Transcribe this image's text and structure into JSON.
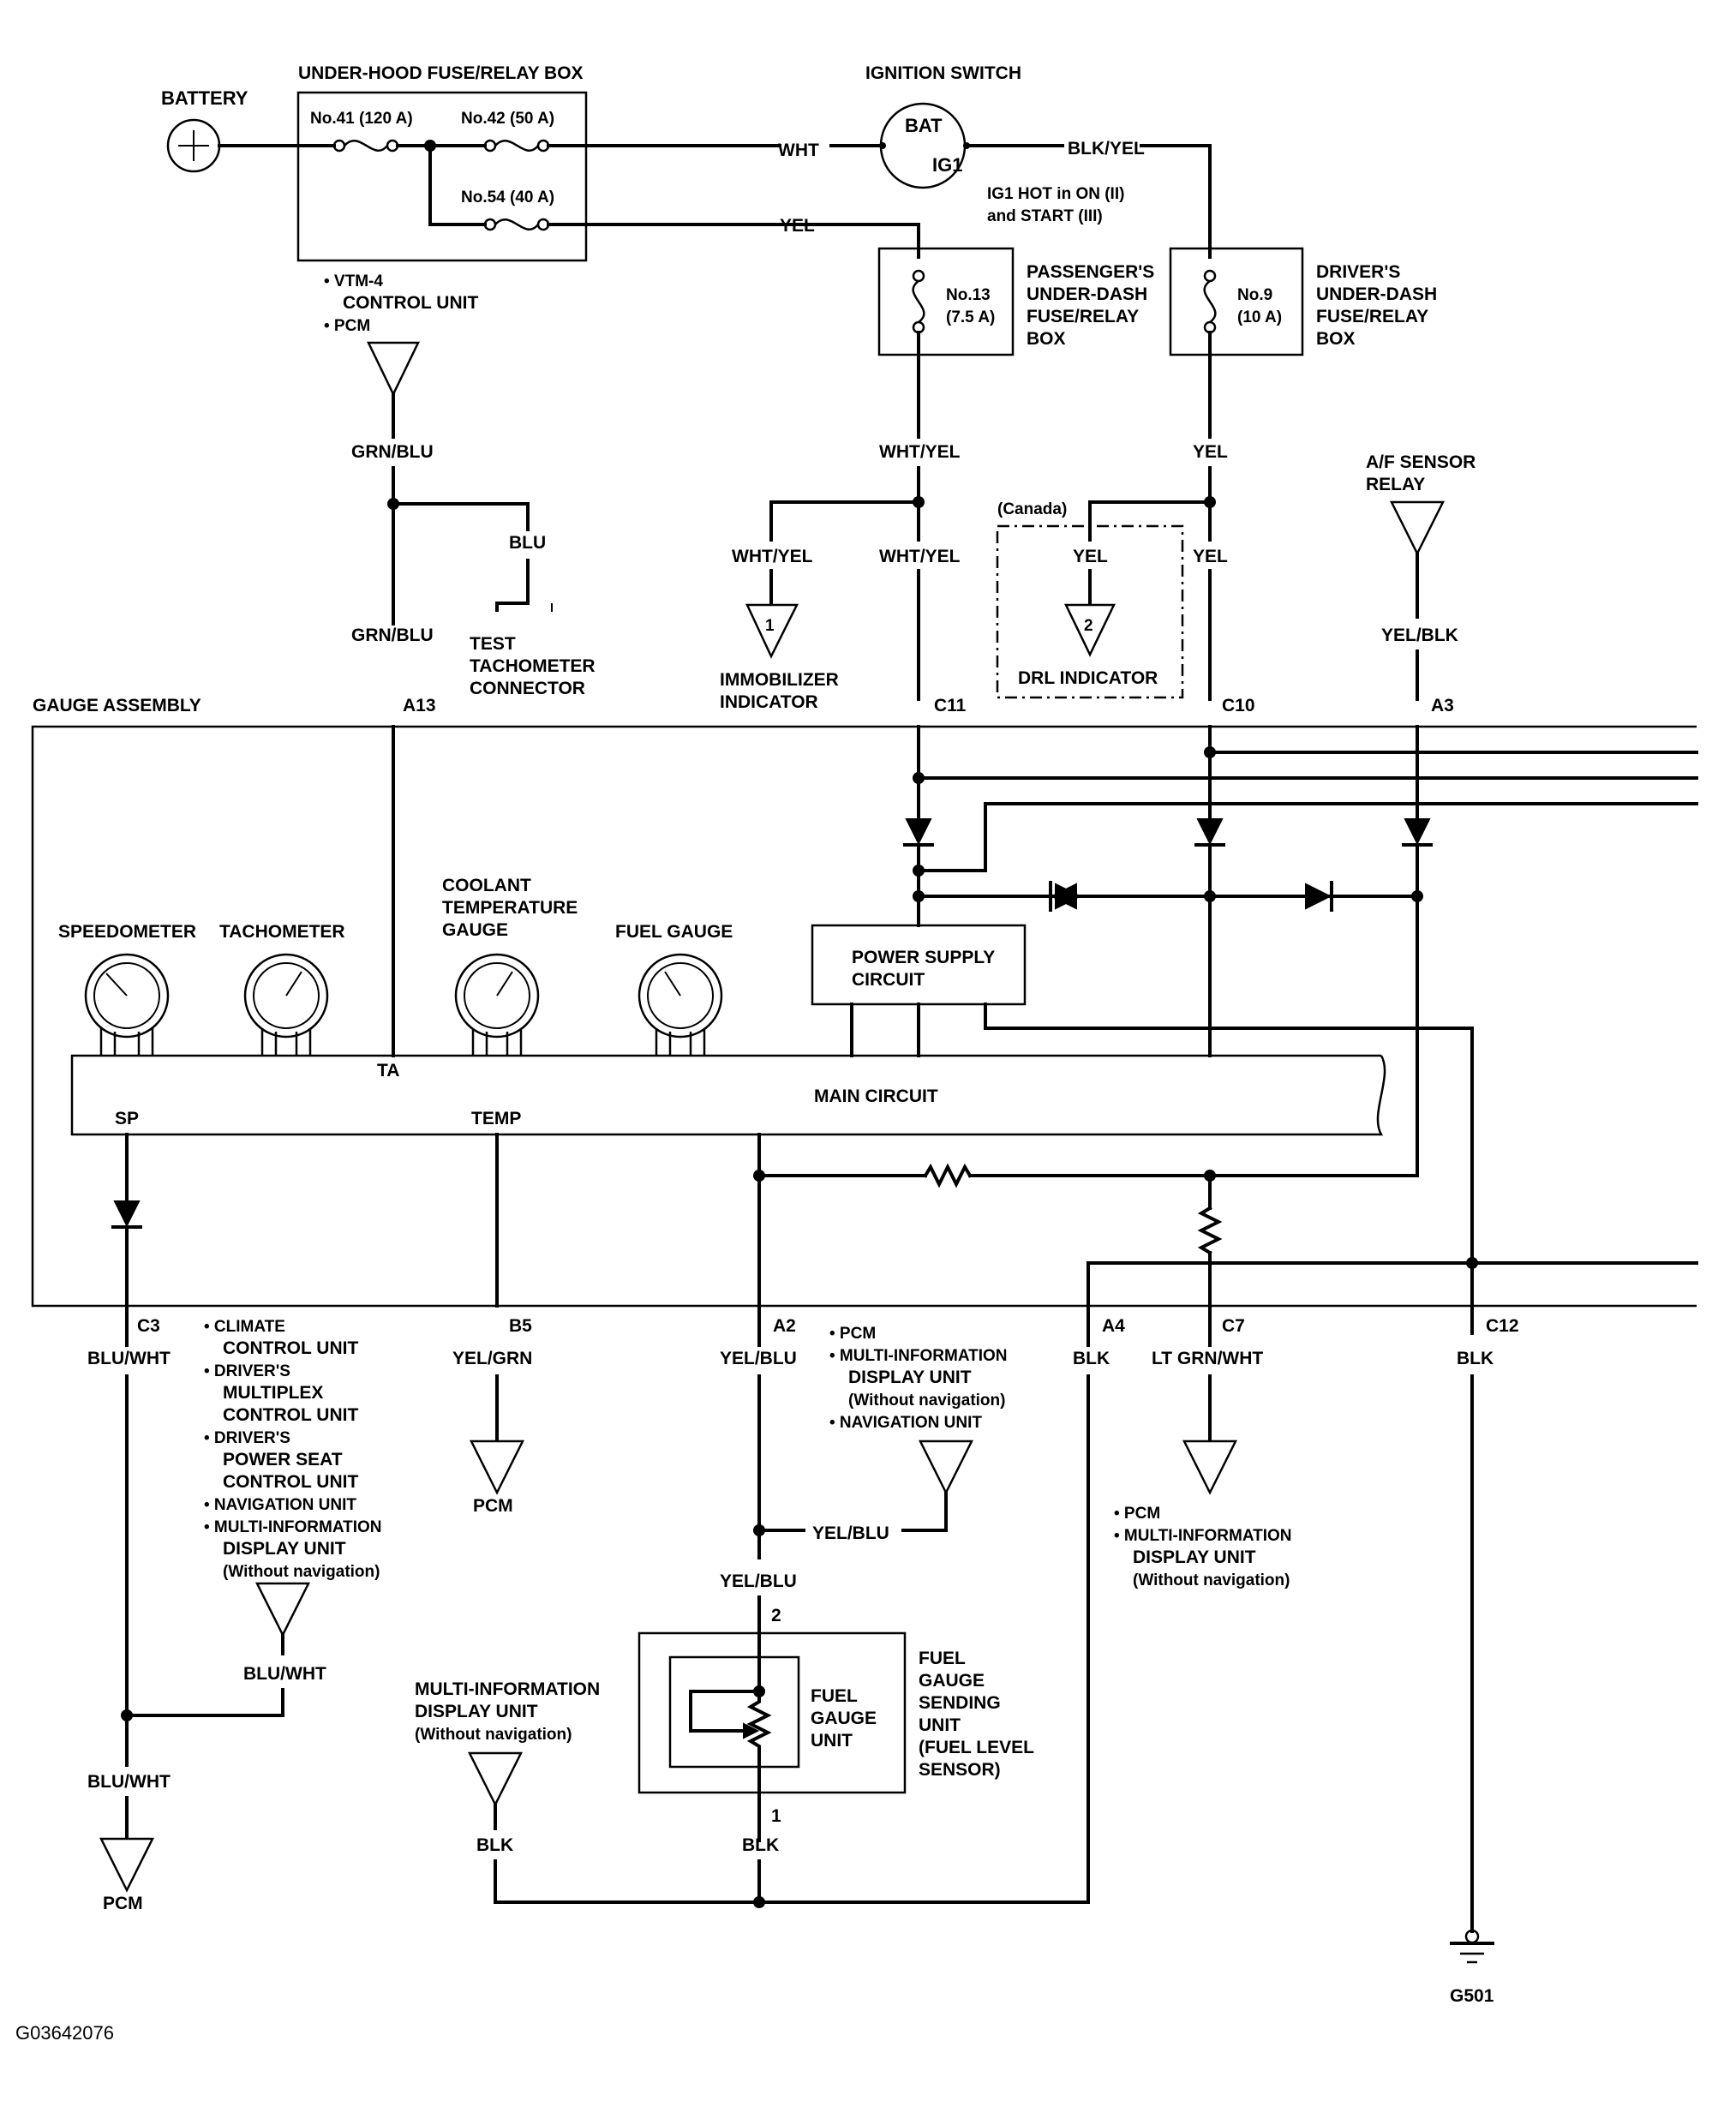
{
  "title": "",
  "image_id": "G03642076",
  "boxes": {
    "under_hood": "UNDER-HOOD FUSE/RELAY BOX",
    "ignition_switch": "IGNITION SWITCH",
    "passenger_box": [
      "PASSENGER'S",
      "UNDER-DASH",
      "FUSE/RELAY",
      "BOX"
    ],
    "driver_box": [
      "DRIVER'S",
      "UNDER-DASH",
      "FUSE/RELAY",
      "BOX"
    ],
    "gauge_assembly": "GAUGE ASSEMBLY",
    "power_supply": [
      "POWER SUPPLY",
      "CIRCUIT"
    ],
    "main_circuit": "MAIN CIRCUIT",
    "fuel_sender": [
      "FUEL",
      "GAUGE",
      "SENDING",
      "UNIT",
      "(FUEL LEVEL",
      "SENSOR)"
    ],
    "fuel_gauge_unit": [
      "FUEL",
      "GAUGE",
      "UNIT"
    ]
  },
  "battery": "BATTERY",
  "fuses": {
    "f41": "No.41 (120 A)",
    "f42": "No.42 (50 A)",
    "f54": "No.54 (40 A)",
    "f13": [
      "No.13",
      "(7.5 A)"
    ],
    "f9": [
      "No.9",
      "(10 A)"
    ]
  },
  "ignition": {
    "bat": "BAT",
    "ig1": "IG1",
    "note": [
      "IG1 HOT in ON (II)",
      "and START (III)"
    ]
  },
  "wires": {
    "wht": "WHT",
    "yel": "YEL",
    "blk_yel": "BLK/YEL",
    "grn_blu": "GRN/BLU",
    "blu": "BLU",
    "wht_yel": "WHT/YEL",
    "yel_blk": "YEL/BLK",
    "blu_wht": "BLU/WHT",
    "yel_grn": "YEL/GRN",
    "yel_blu": "YEL/BLU",
    "blk": "BLK",
    "lt_grn_wht": "LT GRN/WHT"
  },
  "connectors": {
    "a13": "A13",
    "c11": "C11",
    "c10": "C10",
    "a3": "A3",
    "c3": "C3",
    "b5": "B5",
    "a2": "A2",
    "a4": "A4",
    "c7": "C7",
    "c12": "C12",
    "pin2": "2",
    "pin1": "1"
  },
  "gauges": {
    "speedometer": "SPEEDOMETER",
    "tachometer": "TACHOMETER",
    "coolant": [
      "COOLANT",
      "TEMPERATURE",
      "GAUGE"
    ],
    "fuel": "FUEL GAUGE"
  },
  "terminals": {
    "ta": "TA",
    "sp": "SP",
    "temp": "TEMP"
  },
  "destinations": {
    "vtm4_pcm": [
      "• VTM-4",
      "CONTROL UNIT",
      "• PCM"
    ],
    "test_tach": [
      "TEST",
      "TACHOMETER",
      "CONNECTOR"
    ],
    "immobilizer": [
      "IMMOBILIZER",
      "INDICATOR"
    ],
    "immobilizer_ref": "1",
    "canada": "(Canada)",
    "drl": "DRL INDICATOR",
    "drl_ref": "2",
    "af_relay": [
      "A/F SENSOR",
      "RELAY"
    ],
    "sp_list": [
      "• CLIMATE",
      "CONTROL UNIT",
      "• DRIVER'S",
      "MULTIPLEX",
      "CONTROL UNIT",
      "• DRIVER'S",
      "POWER SEAT",
      "CONTROL UNIT",
      "• NAVIGATION UNIT",
      "• MULTI-INFORMATION",
      "DISPLAY UNIT",
      "(Without navigation)"
    ],
    "pcm": "PCM",
    "a2_list": [
      "• PCM",
      "• MULTI-INFORMATION",
      "DISPLAY UNIT",
      "(Without navigation)",
      "• NAVIGATION UNIT"
    ],
    "c7_list": [
      "• PCM",
      "• MULTI-INFORMATION",
      "DISPLAY UNIT",
      "(Without navigation)"
    ],
    "mid": [
      "MULTI-INFORMATION",
      "DISPLAY UNIT",
      "(Without navigation)"
    ],
    "ground": "G501"
  }
}
